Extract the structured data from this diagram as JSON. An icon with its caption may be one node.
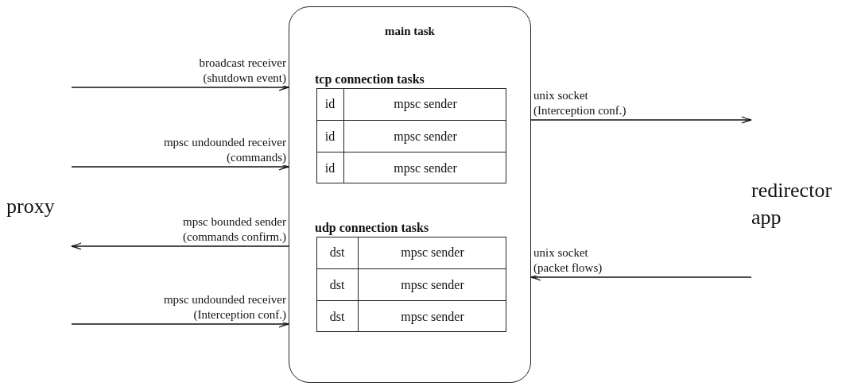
{
  "diagram": {
    "nodes": [
      {
        "text": [
          "proxy"
        ]
      },
      {
        "text": [
          "main task"
        ]
      },
      {
        "text": [
          "tcp connection tasks"
        ],
        "in": 1
      },
      {
        "text": [
          "id",
          "mpsc sender"
        ],
        "in": 2
      },
      {
        "text": [
          "id",
          "mpsc sender"
        ],
        "in": 2
      },
      {
        "text": [
          "id",
          "mpsc sender"
        ],
        "in": 2
      },
      {
        "text": [
          "udp connection tasks"
        ],
        "in": 1
      },
      {
        "text": [
          "dst",
          "mpsc sender"
        ],
        "in": 6
      },
      {
        "text": [
          "dst",
          "mpsc sender"
        ],
        "in": 6
      },
      {
        "text": [
          "dst",
          "mpsc sender"
        ],
        "in": 6
      },
      {
        "text": [
          "redirector app"
        ]
      }
    ],
    "edges": [
      {
        "from": null,
        "to": 1,
        "arrow": "to",
        "label": "broadcast receiver (shutdown event)"
      },
      {
        "from": 0,
        "to": 1,
        "arrow": "to",
        "label": "mpsc undounded receiver (commands)"
      },
      {
        "from": 1,
        "to": 0,
        "arrow": "to",
        "label": "mpsc bounded sender (commands confirm.)"
      },
      {
        "from": null,
        "to": 1,
        "arrow": "to",
        "label": "mpsc undounded receiver (Interception conf.)"
      },
      {
        "from": 1,
        "to": 10,
        "arrow": "to",
        "label": "unix socket (Interception conf.)"
      },
      {
        "from": 10,
        "to": 1,
        "arrow": "to",
        "label": "unix socket (packet flows)"
      }
    ]
  }
}
